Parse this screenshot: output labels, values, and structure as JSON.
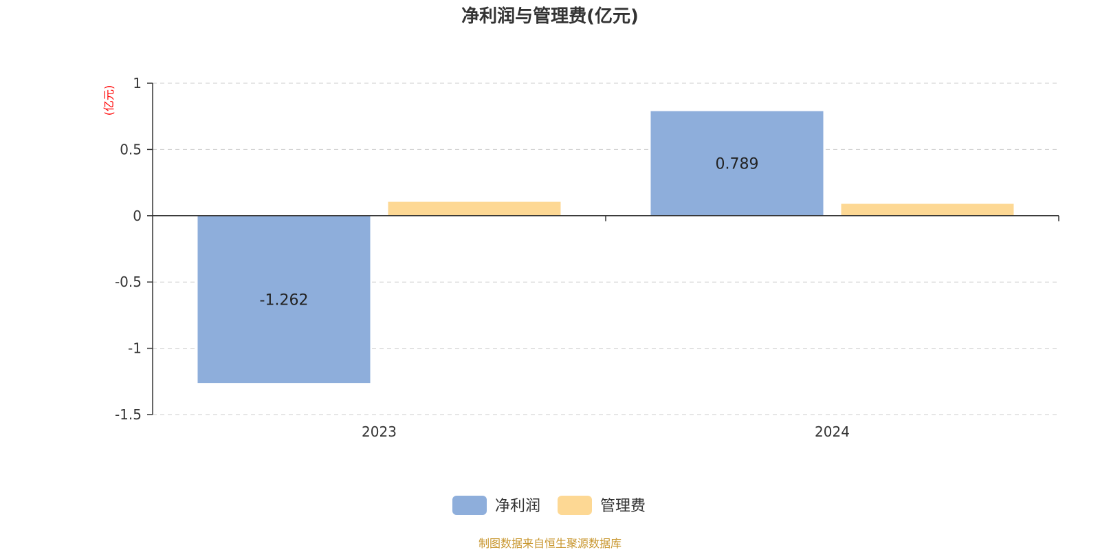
{
  "chart_data": {
    "type": "bar",
    "title": "净利润与管理费(亿元)",
    "unit_label": "(亿元)",
    "categories": [
      "2023",
      "2024"
    ],
    "series": [
      {
        "name": "净利润",
        "values": [
          -1.262,
          0.789
        ],
        "color": "#8eaedb",
        "data_labels": [
          "-1.262",
          "0.789"
        ]
      },
      {
        "name": "管理费",
        "values": [
          0.105,
          0.09
        ],
        "color": "#fdd894"
      }
    ],
    "ylim": [
      -1.5,
      1
    ],
    "yticks": [
      1,
      0.5,
      0,
      -0.5,
      -1,
      -1.5
    ],
    "ytick_labels": [
      "1",
      "0.5",
      "0",
      "-0.5",
      "-1",
      "-1.5"
    ],
    "grid": true,
    "legend_position": "bottom-center",
    "source_note": "制图数据来自恒生聚源数据库"
  }
}
